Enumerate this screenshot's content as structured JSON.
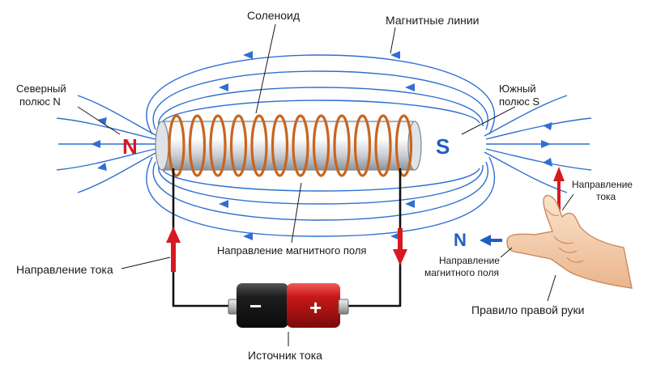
{
  "labels": {
    "solenoid": "Соленоид",
    "field_lines": "Магнитные линии",
    "north_pole_line1": "Северный",
    "north_pole_line2": "полюс N",
    "south_pole_line1": "Южный",
    "south_pole_line2": "полюс S",
    "field_direction": "Направление магнитного поля",
    "current_direction": "Направление тока",
    "power_source": "Источник тока",
    "rh_current_line1": "Направление",
    "rh_current_line2": "тока",
    "rh_field_line1": "Направление",
    "rh_field_line2": "магнитного поля",
    "right_hand_rule": "Правило правой руки"
  },
  "poles": {
    "north": "N",
    "south": "S",
    "hand_north": "N"
  },
  "battery": {
    "negative": "−",
    "positive": "+"
  },
  "colors": {
    "field_lines": "#2f6fd0",
    "north": "#d71920",
    "south": "#1f5fbf",
    "coil": "#c8651f",
    "current_arrow": "#d71920",
    "battery_negative": "#1e1e1e",
    "battery_positive": "#c81818",
    "skin": "#f5d1b0"
  },
  "icons": {
    "hand": "right-hand-thumb-up-icon",
    "arrow_current": "arrow-up-icon",
    "arrow_field": "arrow-left-icon"
  }
}
